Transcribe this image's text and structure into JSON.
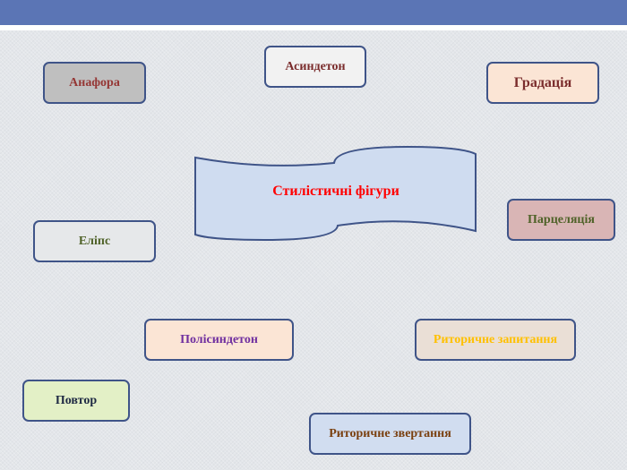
{
  "center": {
    "label": "Стилістичні фігури",
    "color": "#ff0000"
  },
  "items": [
    {
      "label": "Анафора",
      "bg": "#bfbfbf",
      "color": "#953735"
    },
    {
      "label": "Асиндетон",
      "bg": "#f2f2f2",
      "color": "#7a2c2c"
    },
    {
      "label": "Градація",
      "bg": "#fbe5d5",
      "color": "#7a2c2c"
    },
    {
      "label": "Парцеляція",
      "bg": "#d9b5b5",
      "color": "#4f6228"
    },
    {
      "label": "Еліпс",
      "bg": "#e6e8ea",
      "color": "#4f6228"
    },
    {
      "label": "Полісиндетон",
      "bg": "#fbe5d5",
      "color": "#7030a0"
    },
    {
      "label": "Риторичне запитання",
      "bg": "#eadfd6",
      "color": "#ffc000"
    },
    {
      "label": "Повтор",
      "bg": "#e3f0c6",
      "color": "#1f2a44"
    },
    {
      "label": "Риторичне звертання",
      "bg": "#d1ddf0",
      "color": "#7a4010"
    }
  ]
}
